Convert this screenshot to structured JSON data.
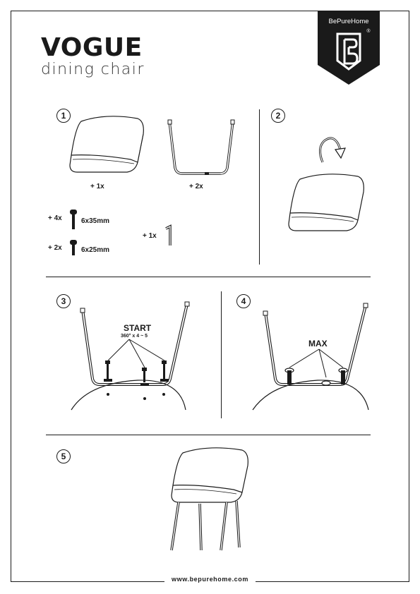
{
  "brand": {
    "name": "BePureHome",
    "registered": "®"
  },
  "product": {
    "name": "VOGUE",
    "type": "dining chair"
  },
  "steps": {
    "step1": {
      "number": "1",
      "seat_qty": "+ 1x",
      "frame_qty": "+ 2x",
      "bolt_long_qty": "+ 4x",
      "bolt_long_size": "6x35mm",
      "bolt_short_qty": "+ 2x",
      "bolt_short_size": "6x25mm",
      "key_qty": "+ 1x"
    },
    "step2": {
      "number": "2"
    },
    "step3": {
      "number": "3",
      "title": "START",
      "note": "360° x 4 ~ 5"
    },
    "step4": {
      "number": "4",
      "title": "MAX"
    },
    "step5": {
      "number": "5"
    }
  },
  "footer": {
    "url": "www.bepurehome.com"
  }
}
